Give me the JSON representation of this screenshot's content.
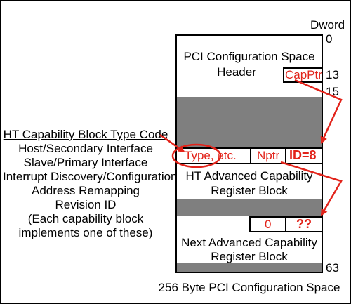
{
  "dword_header": "Dword",
  "offsets": {
    "o0": "0",
    "o13": "13",
    "o15": "15",
    "o63": "63"
  },
  "config_header": {
    "line1": "PCI Configuration Space",
    "line2": "Header"
  },
  "capptr_label": "CapPtr",
  "ht_row": {
    "type": "Type, etc.",
    "nptr": "Nptr",
    "id": "ID=8"
  },
  "ht_block": {
    "line1": "HT Advanced Capability",
    "line2": "Register Block"
  },
  "next_row": {
    "zero": "0",
    "unknown": "??"
  },
  "next_block": {
    "line1": "Next Advanced Capability",
    "line2": "Register Block"
  },
  "caption": "256 Byte PCI Configuration Space",
  "side_list": {
    "title": "HT Capability Block Type Code",
    "items": [
      "Host/Secondary Interface",
      "Slave/Primary Interface",
      "Interrupt Discovery/Configuration",
      "Address Remapping",
      "Revision ID",
      "(Each capability block",
      "implements one of these)"
    ]
  },
  "colors": {
    "accent": "#e2231a",
    "band": "#7f7f7f",
    "border": "#000000"
  }
}
